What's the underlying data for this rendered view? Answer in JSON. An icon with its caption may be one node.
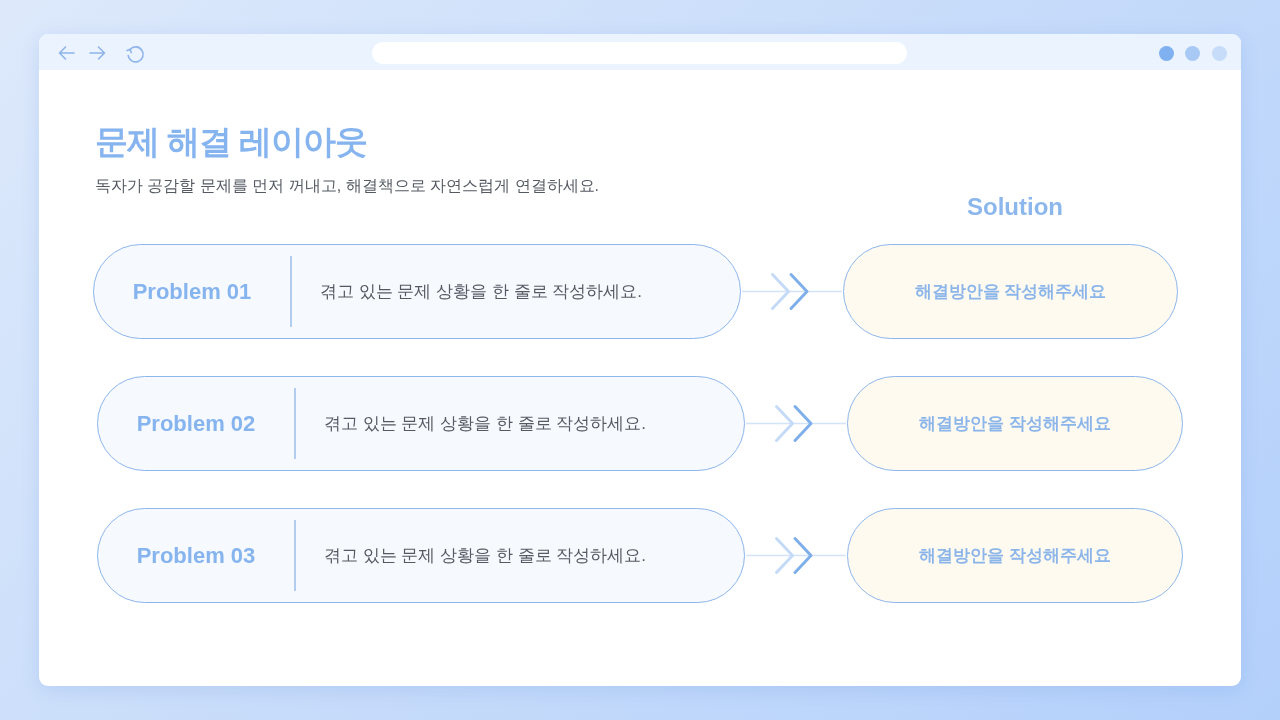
{
  "diagram": {
    "title": "문제 해결 레이아웃",
    "nodes": [
      {
        "text": [
          "Problem 01",
          "겪고 있는 문제 상황을 한 줄로 작성하세요."
        ]
      },
      {
        "text": [
          "해결방안을 작성해주세요"
        ]
      },
      {
        "text": [
          "Problem 02",
          "겪고 있는 문제 상황을 한 줄로 작성하세요."
        ]
      },
      {
        "text": [
          "해결방안을 작성해주세요"
        ]
      },
      {
        "text": [
          "Problem 03",
          "겪고 있는 문제 상황을 한 줄로 작성하세요."
        ]
      },
      {
        "text": [
          "해결방안을 작성해주세요"
        ]
      }
    ],
    "edges": [
      {
        "from": 0,
        "to": 1,
        "arrow": "to"
      },
      {
        "from": 2,
        "to": 3,
        "arrow": "to"
      },
      {
        "from": 4,
        "to": 5,
        "arrow": "to"
      }
    ],
    "labels": [
      "독자가 공감할 문제를 먼저 꺼내고, 해결책으로 자연스럽게 연결하세요.",
      "Solution"
    ]
  }
}
